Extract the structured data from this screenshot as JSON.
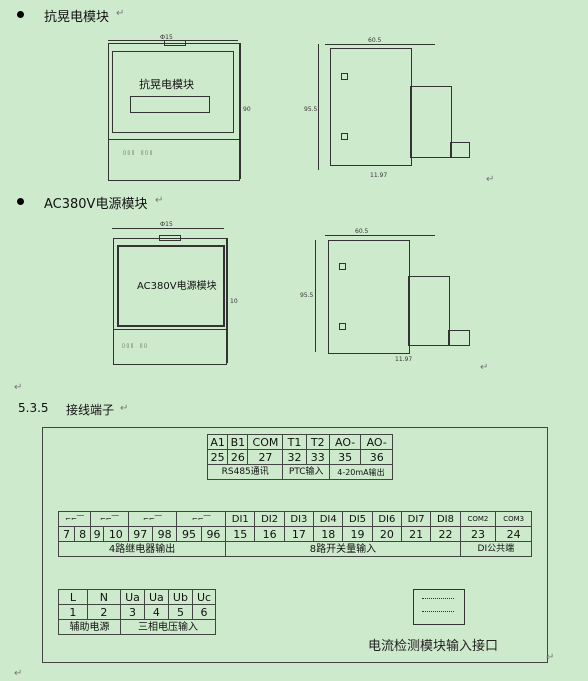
{
  "section1": {
    "title": "抗晃电模块",
    "panel_label": "抗晃电模块",
    "width_dim": "Ф15",
    "height_dim": "90",
    "side_width_dim": "60.5",
    "side_height_dim": "95.5",
    "rail_dim": "11.97"
  },
  "section2": {
    "title": "AC380V电源模块",
    "panel_label": "AC380V电源模块",
    "width_dim": "Ф15",
    "height_dim": "10",
    "side_width_dim": "60.5",
    "side_height_dim": "95.5",
    "rail_dim": "11.97"
  },
  "section3": {
    "number": "5.3.5",
    "title": "接线端子"
  },
  "terminals": {
    "top_labels": [
      "A1",
      "B1",
      "COM",
      "T1",
      "T2",
      "AO-",
      "AO-"
    ],
    "top_numbers": [
      "25",
      "26",
      "27",
      "32",
      "33",
      "35",
      "36"
    ],
    "top_groups": [
      "RS485通讯",
      "PTC输入",
      "4-20mA输出"
    ],
    "relay_numbers": [
      "7",
      "8",
      "9",
      "10",
      "97",
      "98",
      "95",
      "96"
    ],
    "di_labels": [
      "DI1",
      "DI2",
      "DI3",
      "DI4",
      "DI5",
      "DI6",
      "DI7",
      "DI8",
      "COM2",
      "COM3"
    ],
    "di_numbers": [
      "15",
      "16",
      "17",
      "18",
      "19",
      "20",
      "21",
      "22",
      "23",
      "24"
    ],
    "mid_groups": [
      "4路继电器输出",
      "8路开关量输入",
      "DI公共端"
    ],
    "power_labels": [
      "L",
      "N",
      "Ua",
      "Ua",
      "Ub",
      "Uc"
    ],
    "power_numbers": [
      "1",
      "2",
      "3",
      "4",
      "5",
      "6"
    ],
    "power_groups": [
      "辅助电源",
      "三相电压输入"
    ],
    "ct_caption": "电流检测模块输入接口"
  },
  "colors": {
    "background": "#ceeacd",
    "line": "#333333"
  }
}
